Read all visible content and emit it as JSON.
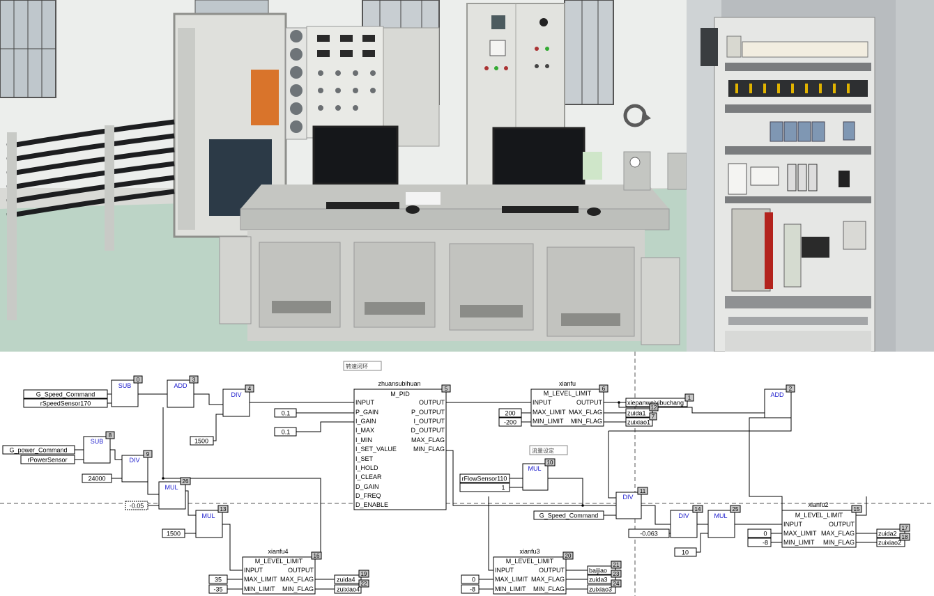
{
  "photos": {
    "lab_icon": "test-bench-lab-photo",
    "cabinet_icon": "electrical-cabinet-photo",
    "rotate_icon": "rotate-handle-icon"
  },
  "diagram": {
    "comments": [
      "转速闭环",
      "流量设定"
    ],
    "blocks": {
      "sub0": {
        "title": "SUB",
        "num": "0"
      },
      "add3": {
        "title": "ADD",
        "num": "3"
      },
      "div4": {
        "title": "DIV",
        "num": "4"
      },
      "sub8": {
        "title": "SUB",
        "num": "8"
      },
      "div9": {
        "title": "DIV",
        "num": "9"
      },
      "mul26": {
        "title": "MUL",
        "num": "26"
      },
      "mul13": {
        "title": "MUL",
        "num": "13"
      },
      "mul10": {
        "title": "MUL",
        "num": "10"
      },
      "div11": {
        "title": "DIV",
        "num": "11"
      },
      "div14": {
        "title": "DIV",
        "num": "14"
      },
      "mul25": {
        "title": "MUL",
        "num": "25"
      },
      "add2": {
        "title": "ADD",
        "num": "2"
      },
      "pid": {
        "instance": "zhuansubihuan",
        "type": "M_PID",
        "num": "5",
        "inputs": [
          "INPUT",
          "P_GAIN",
          "I_GAIN",
          "I_MAX",
          "I_MIN",
          "I_SET_VALUE",
          "I_SET",
          "I_HOLD",
          "I_CLEAR",
          "D_GAIN",
          "D_FREQ",
          "D_ENABLE"
        ],
        "outputs": [
          "OUTPUT",
          "P_OUTPUT",
          "I_OUTPUT",
          "D_OUTPUT",
          "MAX_FLAG",
          "MIN_FLAG"
        ]
      },
      "xianfu": {
        "instance": "xianfu",
        "type": "M_LEVEL_LIMIT",
        "num": "6"
      },
      "xianfu2": {
        "instance": "xianfu2",
        "type": "M_LEVEL_LIMIT",
        "num": "15"
      },
      "xianfu3": {
        "instance": "xianfu3",
        "type": "M_LEVEL_LIMIT",
        "num": "20"
      },
      "xianfu4": {
        "instance": "xianfu4",
        "type": "M_LEVEL_LIMIT",
        "num": "16"
      }
    },
    "limit_pins": {
      "in": [
        "INPUT",
        "MAX_LIMIT",
        "MIN_LIMIT"
      ],
      "out": [
        "OUTPUT",
        "MAX_FLAG",
        "MIN_FLAG"
      ]
    },
    "vars": {
      "g_speed_command": "G_Speed_Command",
      "r_speed_sensor": "rSpeedSensor170",
      "g_power_command": "G_power_Command",
      "r_power_sensor": "rPowerSensor",
      "c24000": "24000",
      "c_neg005": "-0.05",
      "c1500a": "1500",
      "c1500b": "1500",
      "p_gain": "0.1",
      "i_gain": "0.1",
      "c200": "200",
      "c_neg200": "-200",
      "r_flow_sensor": "rFlowSensor110",
      "c1": "1",
      "g_speed_command2": "G_Speed_Command",
      "c_neg0063": "-0.063",
      "c10": "10",
      "c0a": "0",
      "c_neg8a": "-8",
      "c35": "35",
      "c_neg35": "-35",
      "c0b": "0",
      "c_neg8b": "-8",
      "xiepan": "xiepanweiyibuchang",
      "zuida1": "zuida1",
      "zuixiao1": "zuixiao1",
      "zuida2": "zuida2",
      "zuixiao2": "zuixiao2",
      "baijiao": "baijiao",
      "zuida3": "zuida3",
      "zuixiao3": "zuixiao3",
      "zuida4": "zuida4",
      "zuixiao4": "zuixiao4"
    },
    "out_nums": {
      "xiepan": "1",
      "zuida1": "12",
      "zuixiao1": "7",
      "zuida2": "17",
      "zuixiao2": "18",
      "baijiao": "21",
      "zuida3": "23",
      "zuixiao3": "24",
      "zuida4": "19",
      "zuixiao4": "22"
    }
  }
}
